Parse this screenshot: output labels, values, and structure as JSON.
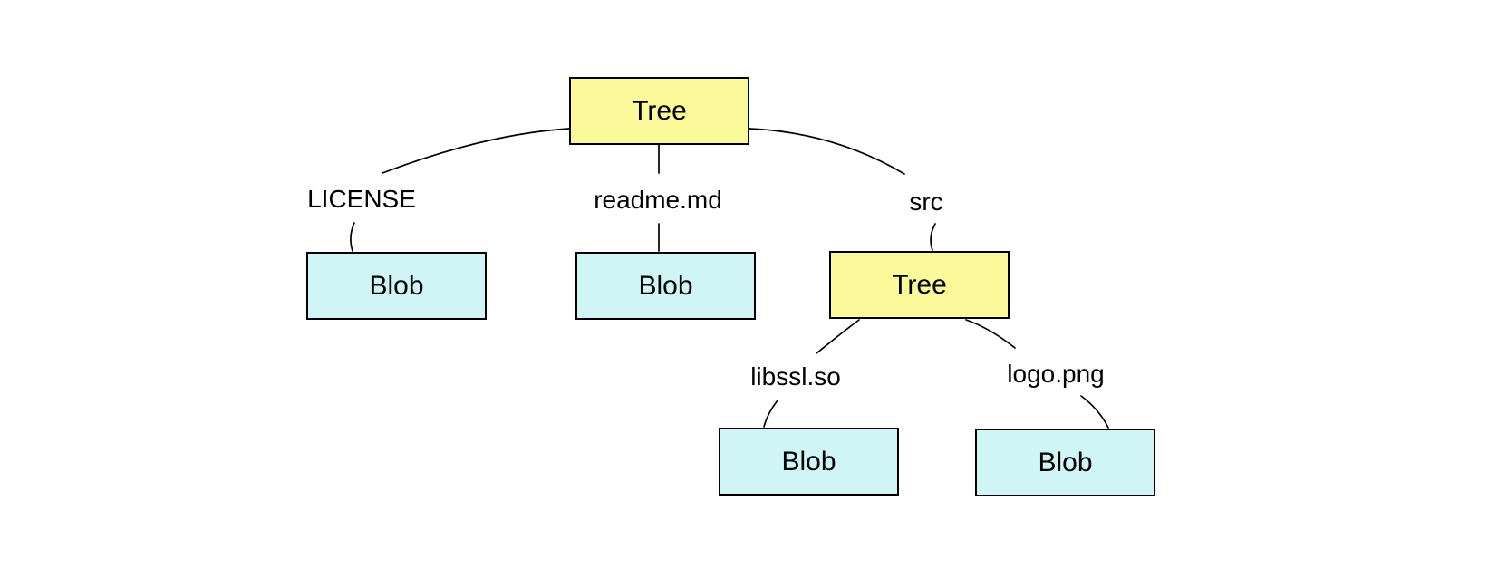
{
  "diagram": {
    "description_of_visual": "Tree of git objects: a root Tree node linking to two Blob nodes and a nested Tree node, which links to two more Blob nodes",
    "nodes": [
      {
        "id": "tree-root",
        "type": "tree",
        "label": "Tree"
      },
      {
        "id": "blob-license",
        "type": "blob",
        "label": "Blob"
      },
      {
        "id": "blob-readme",
        "type": "blob",
        "label": "Blob"
      },
      {
        "id": "tree-src",
        "type": "tree",
        "label": "Tree"
      },
      {
        "id": "blob-libssl",
        "type": "blob",
        "label": "Blob"
      },
      {
        "id": "blob-logo",
        "type": "blob",
        "label": "Blob"
      }
    ],
    "edges": [
      {
        "from": "tree-root",
        "to": "blob-license",
        "label": "LICENSE"
      },
      {
        "from": "tree-root",
        "to": "blob-readme",
        "label": "readme.md"
      },
      {
        "from": "tree-root",
        "to": "tree-src",
        "label": "src"
      },
      {
        "from": "tree-src",
        "to": "blob-libssl",
        "label": "libssl.so"
      },
      {
        "from": "tree-src",
        "to": "blob-logo",
        "label": "logo.png"
      }
    ],
    "colors": {
      "tree_fill": "#fafa9b",
      "blob_fill": "#cff5f7",
      "stroke": "#000000",
      "background": "#ffffff"
    }
  }
}
